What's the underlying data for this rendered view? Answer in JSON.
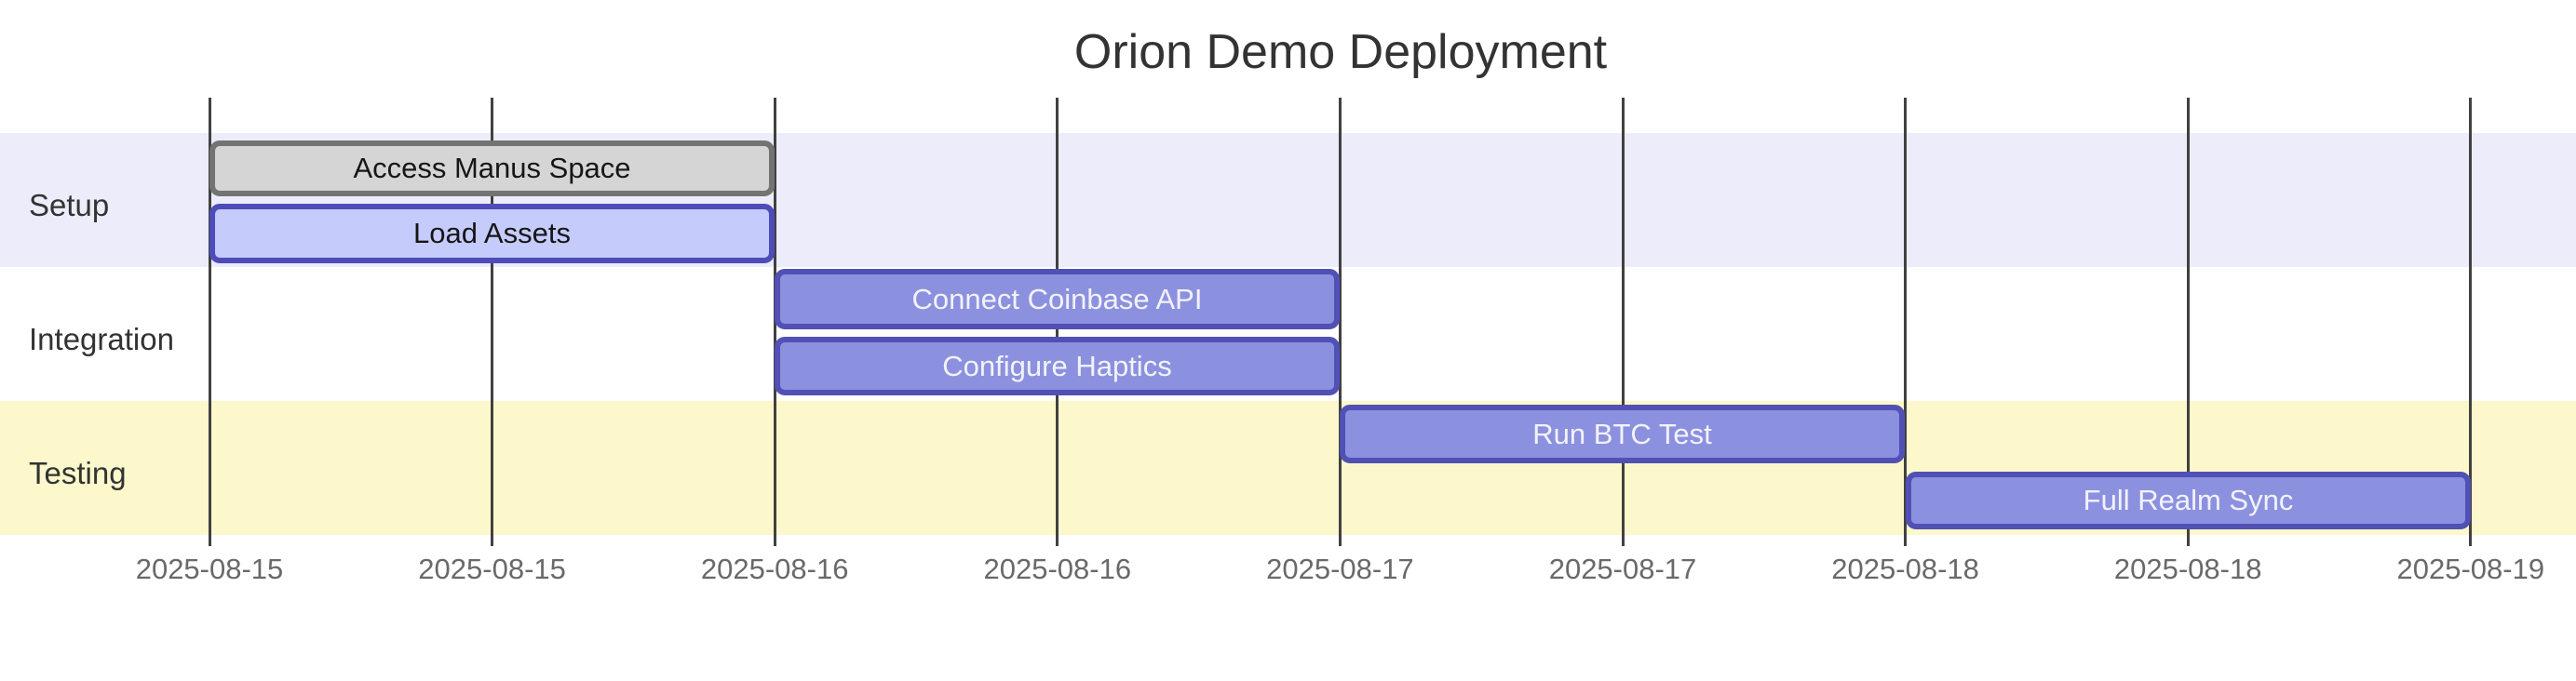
{
  "title": "Orion Demo Deployment",
  "colors": {
    "grid_line": "#414141",
    "tick_text": "#696969",
    "heading_text": "#333333",
    "task_fill": "#8C91DF",
    "task_border": "#5150B4",
    "task_text": "#F2F2FA",
    "active_fill": "#C5CBFB",
    "active_border": "#4E4CB8",
    "done_fill": "#D5D5D5",
    "done_border": "#737373",
    "dark_task_text": "#161616",
    "section_bands": [
      "#ECECFA",
      "#FFFFFF",
      "#FCF8CC"
    ]
  },
  "chart_data": {
    "type": "gantt",
    "title": "Orion Demo Deployment",
    "x_axis": {
      "start": "2025-08-15",
      "end": "2025-08-19",
      "tick_interval": "12h",
      "tick_labels": [
        "2025-08-15",
        "2025-08-15",
        "2025-08-16",
        "2025-08-16",
        "2025-08-17",
        "2025-08-17",
        "2025-08-18",
        "2025-08-18",
        "2025-08-19"
      ]
    },
    "sections": [
      {
        "name": "Setup",
        "tasks": [
          {
            "label": "Access Manus Space",
            "start": "2025-08-15",
            "end": "2025-08-16",
            "status": "done"
          },
          {
            "label": "Load Assets",
            "start": "2025-08-15",
            "end": "2025-08-16",
            "status": "active"
          }
        ]
      },
      {
        "name": "Integration",
        "tasks": [
          {
            "label": "Connect Coinbase API",
            "start": "2025-08-16",
            "end": "2025-08-17",
            "status": "default"
          },
          {
            "label": "Configure Haptics",
            "start": "2025-08-16",
            "end": "2025-08-17",
            "status": "default"
          }
        ]
      },
      {
        "name": "Testing",
        "tasks": [
          {
            "label": "Run BTC Test",
            "start": "2025-08-17",
            "end": "2025-08-18",
            "status": "default"
          },
          {
            "label": "Full Realm Sync",
            "start": "2025-08-18",
            "end": "2025-08-19",
            "status": "default"
          }
        ]
      }
    ]
  }
}
